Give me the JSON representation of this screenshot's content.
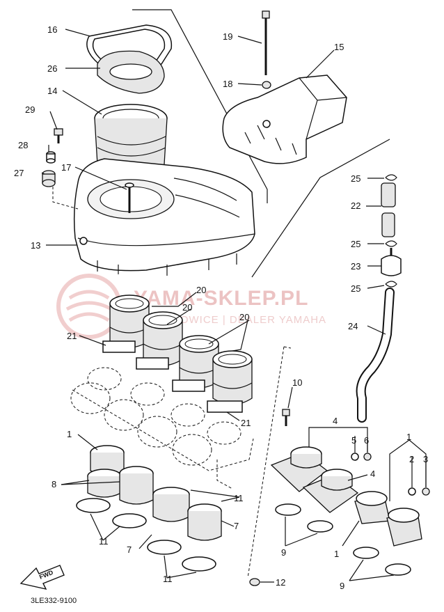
{
  "diagram": {
    "drawing_code": "3LE332-9100",
    "fwd_label": "FWD",
    "watermark": {
      "title": "YAMA-SKLEP.PL",
      "subtitle": "BOJĘCHOWICE | DEALER YAMAHA",
      "color": "#e9b9b9"
    },
    "callouts": [
      {
        "id": "c16",
        "num": "16"
      },
      {
        "id": "c26",
        "num": "26"
      },
      {
        "id": "c14",
        "num": "14"
      },
      {
        "id": "c29",
        "num": "29"
      },
      {
        "id": "c28",
        "num": "28"
      },
      {
        "id": "c27",
        "num": "27"
      },
      {
        "id": "c17",
        "num": "17"
      },
      {
        "id": "c13",
        "num": "13"
      },
      {
        "id": "c19",
        "num": "19"
      },
      {
        "id": "c18",
        "num": "18"
      },
      {
        "id": "c15",
        "num": "15"
      },
      {
        "id": "c25a",
        "num": "25"
      },
      {
        "id": "c22",
        "num": "22"
      },
      {
        "id": "c25b",
        "num": "25"
      },
      {
        "id": "c23",
        "num": "23"
      },
      {
        "id": "c25c",
        "num": "25"
      },
      {
        "id": "c24",
        "num": "24"
      },
      {
        "id": "c20a",
        "num": "20"
      },
      {
        "id": "c20b",
        "num": "20"
      },
      {
        "id": "c20c",
        "num": "20"
      },
      {
        "id": "c21a",
        "num": "21"
      },
      {
        "id": "c21b",
        "num": "21"
      },
      {
        "id": "c10",
        "num": "10"
      },
      {
        "id": "c4a",
        "num": "4"
      },
      {
        "id": "c5",
        "num": "5"
      },
      {
        "id": "c6",
        "num": "6"
      },
      {
        "id": "c4b",
        "num": "4"
      },
      {
        "id": "c1a",
        "num": "1"
      },
      {
        "id": "c2",
        "num": "2"
      },
      {
        "id": "c3",
        "num": "3"
      },
      {
        "id": "c1b",
        "num": "1"
      },
      {
        "id": "c1c",
        "num": "1"
      },
      {
        "id": "c8",
        "num": "8"
      },
      {
        "id": "c11a",
        "num": "11"
      },
      {
        "id": "c11b",
        "num": "11"
      },
      {
        "id": "c11c",
        "num": "11"
      },
      {
        "id": "c7a",
        "num": "7"
      },
      {
        "id": "c7b",
        "num": "7"
      },
      {
        "id": "c9a",
        "num": "9"
      },
      {
        "id": "c9b",
        "num": "9"
      },
      {
        "id": "c12",
        "num": "12"
      }
    ]
  }
}
